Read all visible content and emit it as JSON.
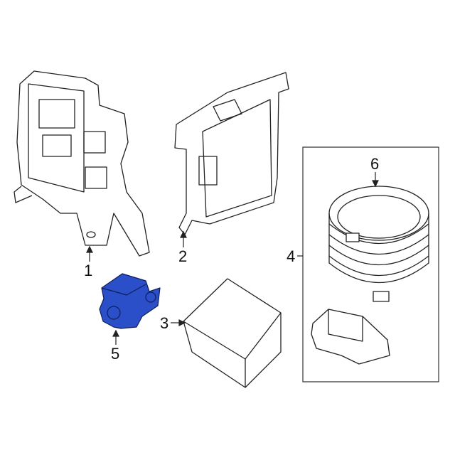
{
  "diagram": {
    "highlight_color": "#2a4fc9",
    "line_color": "#222222",
    "callouts": [
      {
        "id": "1",
        "label": "1"
      },
      {
        "id": "2",
        "label": "2"
      },
      {
        "id": "3",
        "label": "3"
      },
      {
        "id": "4",
        "label": "4"
      },
      {
        "id": "5",
        "label": "5"
      },
      {
        "id": "6",
        "label": "6"
      }
    ]
  }
}
